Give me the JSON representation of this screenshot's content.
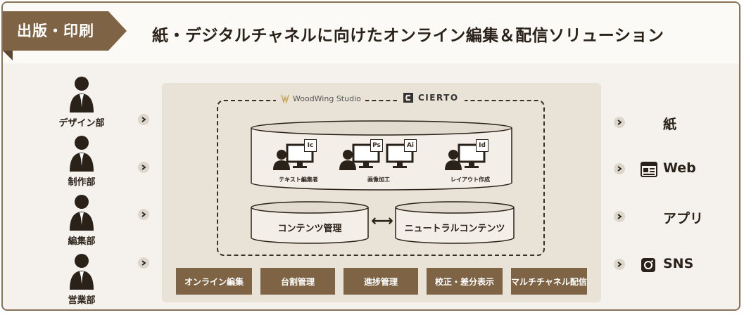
{
  "header": {
    "tag_label": "出版・印刷",
    "title": "紙・デジタルチャネルに向けたオンライン編集＆配信ソリューション"
  },
  "departments": [
    {
      "label": "デザイン部"
    },
    {
      "label": "制作部"
    },
    {
      "label": "編集部"
    },
    {
      "label": "営業部"
    }
  ],
  "platform": {
    "brands": {
      "woodwing": "WoodWing Studio",
      "cierto": "CIERTO"
    },
    "stations": [
      {
        "label": "テキスト編集者",
        "badges": [
          "Ic"
        ]
      },
      {
        "label": "画像加工",
        "badges": [
          "Ps",
          "Ai"
        ]
      },
      {
        "label": "レイアウト作成",
        "badges": [
          "Id"
        ]
      }
    ],
    "repositories": {
      "left": "コンテンツ管理",
      "right": "ニュートラルコンテンツ",
      "exchange_symbol": "⟷"
    },
    "features": [
      "オンライン編集",
      "台割管理",
      "進捗管理",
      "校正・差分表示",
      "マルチチャネル配信"
    ]
  },
  "outputs": [
    {
      "label": "紙",
      "icon": "none"
    },
    {
      "label": "Web",
      "icon": "browser-icon"
    },
    {
      "label": "アプリ",
      "icon": "none"
    },
    {
      "label": "SNS",
      "icon": "camera-icon"
    }
  ],
  "colors": {
    "accent_brown": "#7e6345",
    "panel": "#e9e2d6",
    "background": "#f5f2ed"
  }
}
